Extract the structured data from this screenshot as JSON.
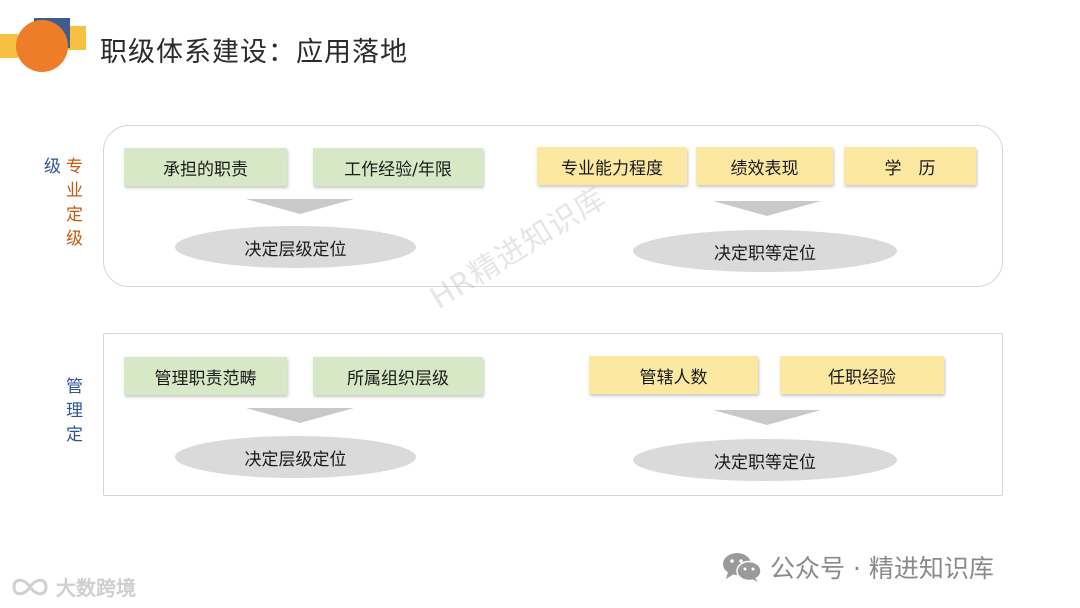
{
  "title": "职级体系建设：应用落地",
  "colors": {
    "logo_orange": "#ee7d2a",
    "logo_yellow": "#f8c043",
    "logo_blue": "#3f5d8c",
    "green_box": "#d7e8c6",
    "yellow_box": "#fde8a1",
    "ellipse": "#dadada",
    "label_blue": "#2e5597",
    "label_orange": "#c55a11"
  },
  "side_labels": {
    "top_left": [
      "级"
    ],
    "top_right": [
      "专",
      "业",
      "定",
      "级"
    ],
    "bottom": [
      "管",
      "理",
      "定"
    ]
  },
  "top_panel": {
    "left_factors": [
      "承担的职责",
      "工作经验/年限"
    ],
    "left_result": "决定层级定位",
    "right_factors": [
      "专业能力程度",
      "绩效表现",
      "学　历"
    ],
    "right_result": "决定职等定位"
  },
  "bottom_panel": {
    "left_factors": [
      "管理职责范畴",
      "所属组织层级"
    ],
    "left_result": "决定层级定位",
    "right_factors": [
      "管辖人数",
      "任职经验"
    ],
    "right_result": "决定职等定位"
  },
  "watermark": "HR精进知识库",
  "footer": {
    "brand": "公众号 · 精进知识库",
    "wechat_icon": "wechat-icon",
    "corner_mark": "大数跨境"
  }
}
